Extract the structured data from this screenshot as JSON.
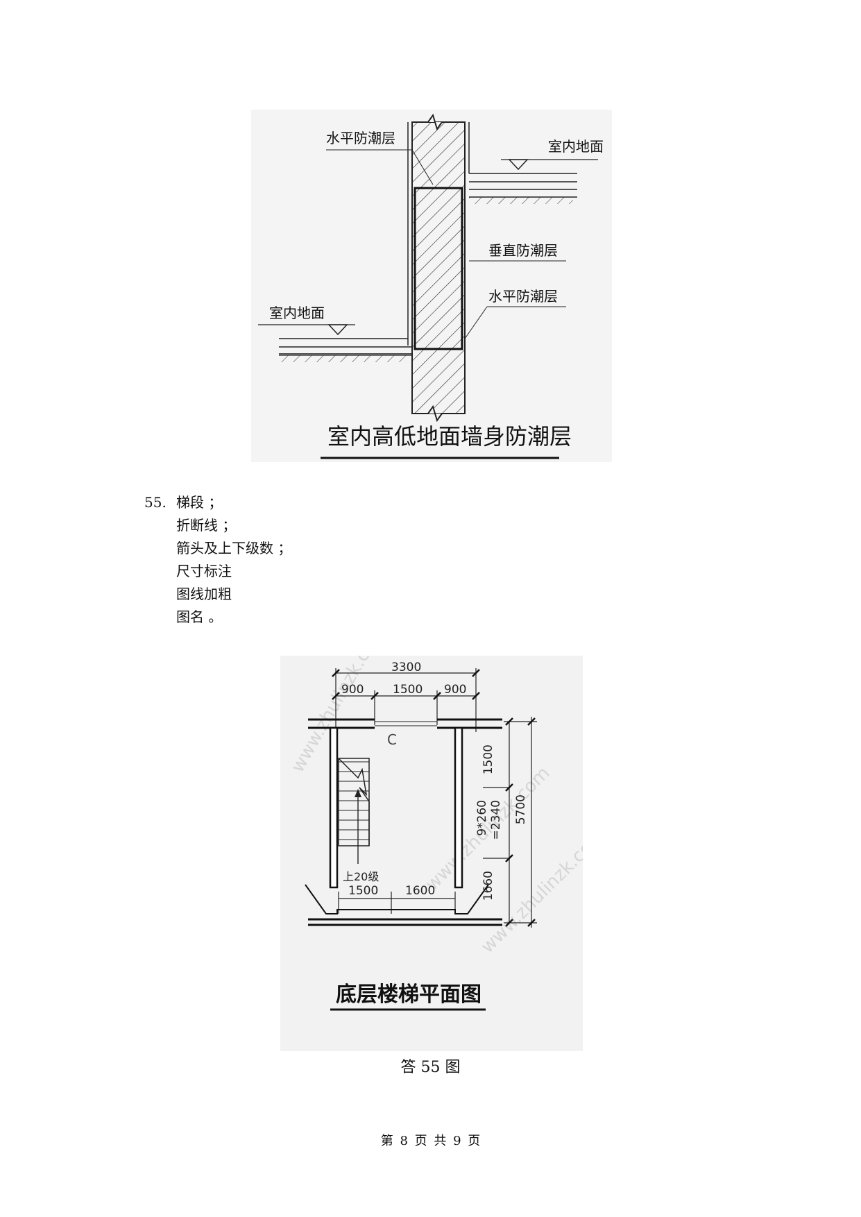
{
  "figure1": {
    "labels": {
      "hdp_top": "水平防潮层",
      "floor_right": "室内地面",
      "vdp": "垂直防潮层",
      "hdp_right": "水平防潮层",
      "floor_left": "室内地面"
    },
    "title": "室内高低地面墙身防潮层"
  },
  "answer": {
    "number": "55.",
    "items": [
      "梯段 ；",
      "折断线 ；",
      "箭头及上下级数 ；",
      "尺寸标注",
      "图线加粗",
      "图名 。"
    ]
  },
  "figure2": {
    "dims": {
      "top_total": "3300",
      "top_a": "900",
      "top_b": "1500",
      "top_c": "900",
      "right_a": "1500",
      "right_b": "9*260",
      "right_b2": "=2340",
      "right_c": "1660",
      "right_total": "5700",
      "bottom_a": "1500",
      "bottom_b": "1600"
    },
    "door_label": "C",
    "stair_label": "上20级",
    "watermark": "www.zhulinzk.com",
    "title": "底层楼梯平面图",
    "caption": "答 55 图"
  },
  "footer": "第 8 页 共 9 页"
}
